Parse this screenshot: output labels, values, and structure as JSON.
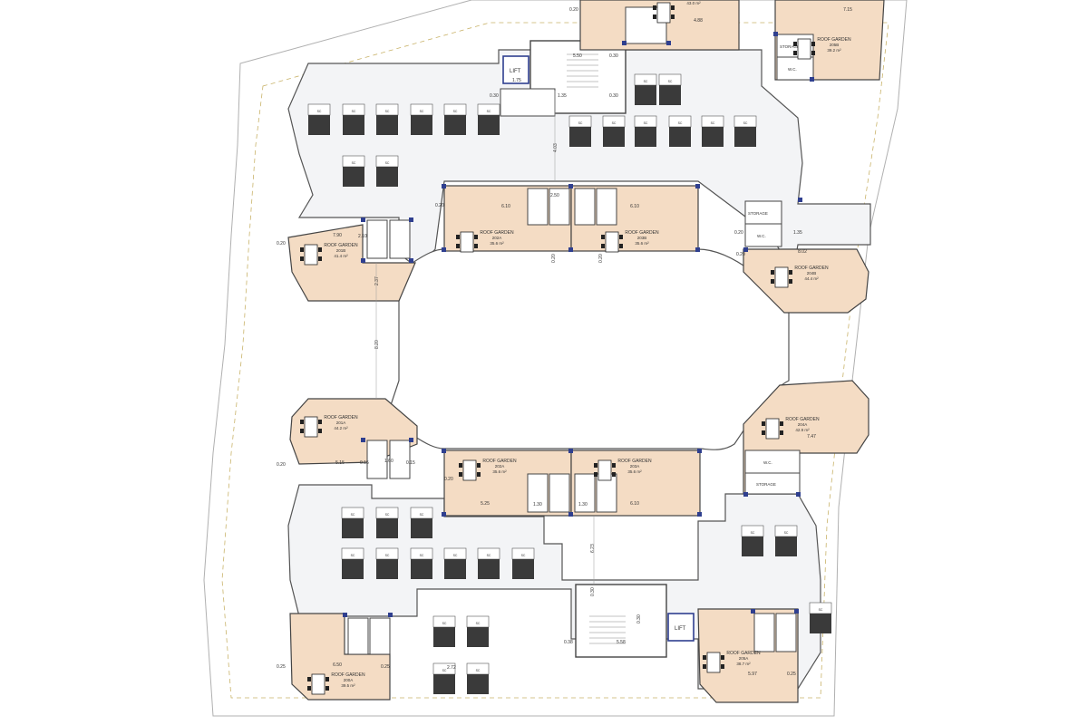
{
  "colors": {
    "background": "#ffffff",
    "circulation": "#f3f4f6",
    "garden": "#f4dcc4",
    "wall": "#444444",
    "column": "#2f3f8f",
    "unit": "#3a3a3a",
    "dash": "#c9b36a",
    "thin": "#9a9a9a"
  },
  "labels": {
    "lift_north": "LIFT",
    "lift_south": "LIFT"
  },
  "gardens": [
    {
      "id": "201B",
      "title": "ROOF GARDEN",
      "code": "201B",
      "area": "41.4 m²",
      "dim": "7.90"
    },
    {
      "id": "202A",
      "title": "ROOF GARDEN",
      "code": "202A",
      "area": "35.6 m²",
      "dim": "6.10"
    },
    {
      "id": "203B",
      "title": "ROOF GARDEN",
      "code": "203B",
      "area": "35.6 m²",
      "dim": "6.10"
    },
    {
      "id": "204B",
      "title": "ROOF GARDEN",
      "code": "204B",
      "area": "44.4 m²",
      "dim": "8.02"
    },
    {
      "id": "205B",
      "title": "ROOF GARDEN",
      "code": "205B",
      "area": "39.2 m²",
      "dim": "7.15"
    },
    {
      "id": "top",
      "title": "",
      "code": "",
      "area": "43.0 m²",
      "dim": "4.88"
    },
    {
      "id": "201A",
      "title": "ROOF GARDEN",
      "code": "201A",
      "area": "44.2 m²",
      "dim": "5.15"
    },
    {
      "id": "202B",
      "title": "ROOF GARDEN",
      "code": "202A",
      "area": "35.6 m²",
      "dim": "5.25"
    },
    {
      "id": "203A",
      "title": "ROOF GARDEN",
      "code": "203A",
      "area": "35.6 m²",
      "dim": "6.10"
    },
    {
      "id": "204A",
      "title": "ROOF GARDEN",
      "code": "204A",
      "area": "42.9 m²",
      "dim": "7.47"
    },
    {
      "id": "200A",
      "title": "ROOF GARDEN",
      "code": "200A",
      "area": "39.5 m²",
      "dim": "6.50"
    },
    {
      "id": "205A",
      "title": "ROOF GARDEN",
      "code": "205A",
      "area": "38.7 m²",
      "dim": "5.97"
    }
  ],
  "rooms": {
    "storage": "STORAGE",
    "wc": "W.C."
  },
  "unit_label": "SC",
  "dims": {
    "d020": "0.20",
    "d030": "0.30",
    "d550": "5.50",
    "d175": "1.75",
    "d135": "1.35",
    "d130": "1.30",
    "d250": "2.50",
    "d820": "8.20",
    "d623": "6.23",
    "d403": "4.03",
    "d025": "0.25",
    "d015": "0.15",
    "d038": "0.38",
    "d558": "5.58",
    "d237": "2.37",
    "d272": "2.72",
    "d160": "1.60",
    "d210": "2.10"
  }
}
